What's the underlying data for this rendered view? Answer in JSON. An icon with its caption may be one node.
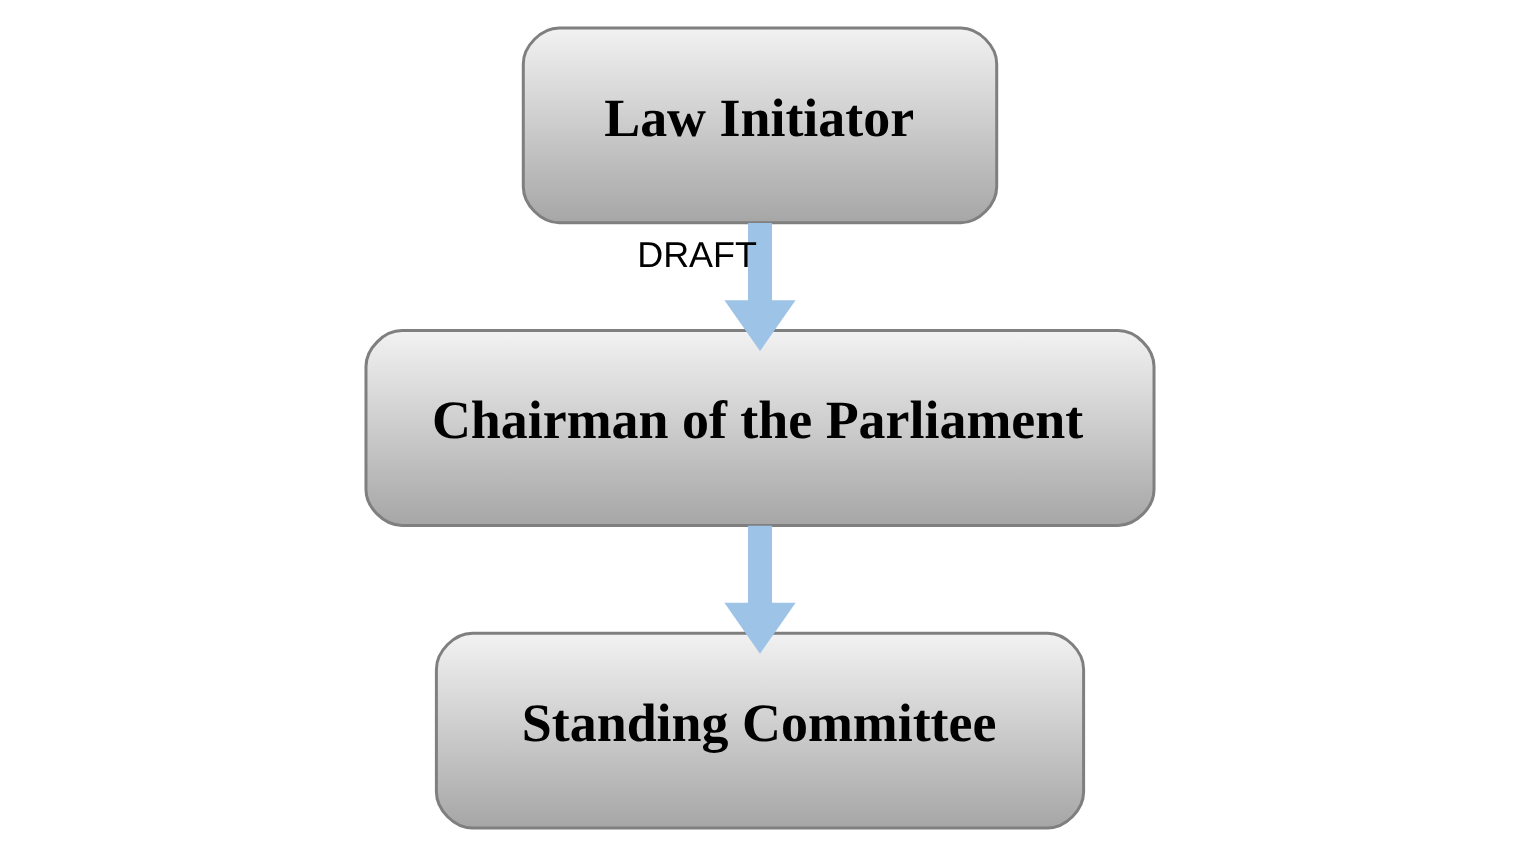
{
  "diagram": {
    "nodes": [
      {
        "text": [
          "Law Initiator"
        ]
      },
      {
        "text": [
          "Chairman of the Parliament"
        ]
      },
      {
        "text": [
          "Standing Committee"
        ]
      }
    ],
    "edges": [
      {
        "from": 0,
        "to": 1,
        "arrow": "to",
        "label": "DRAFT"
      },
      {
        "from": 1,
        "to": 2,
        "arrow": "to"
      }
    ]
  }
}
